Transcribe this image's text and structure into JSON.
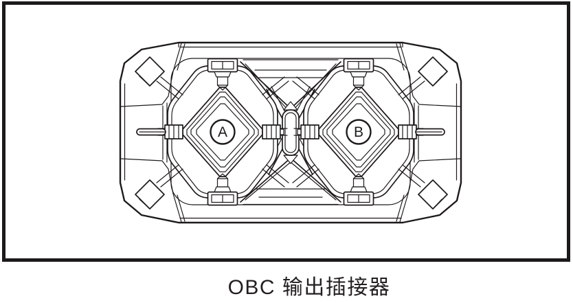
{
  "figure": {
    "caption": "OBC 输出插接器",
    "ports": [
      {
        "label": "A"
      },
      {
        "label": "B"
      }
    ]
  },
  "colors": {
    "line": "#1d1a1b",
    "frame": "#1d1a1b",
    "background": "#ffffff"
  }
}
